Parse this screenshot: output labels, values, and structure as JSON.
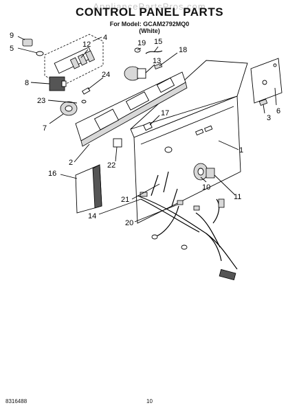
{
  "header": {
    "watermark": "AppliancePartsPros.com",
    "title": "CONTROL PANEL PARTS",
    "model_line": "For Model: GCAM2792MQ0",
    "color_line": "(White)"
  },
  "diagram": {
    "callouts": [
      "1",
      "2",
      "3",
      "4",
      "5",
      "6",
      "7",
      "8",
      "9",
      "10",
      "11",
      "12",
      "13",
      "14",
      "15",
      "16",
      "17",
      "18",
      "19",
      "20",
      "21",
      "22",
      "23",
      "24"
    ]
  },
  "footer": {
    "doc_number": "8316488",
    "page_number": "10"
  }
}
